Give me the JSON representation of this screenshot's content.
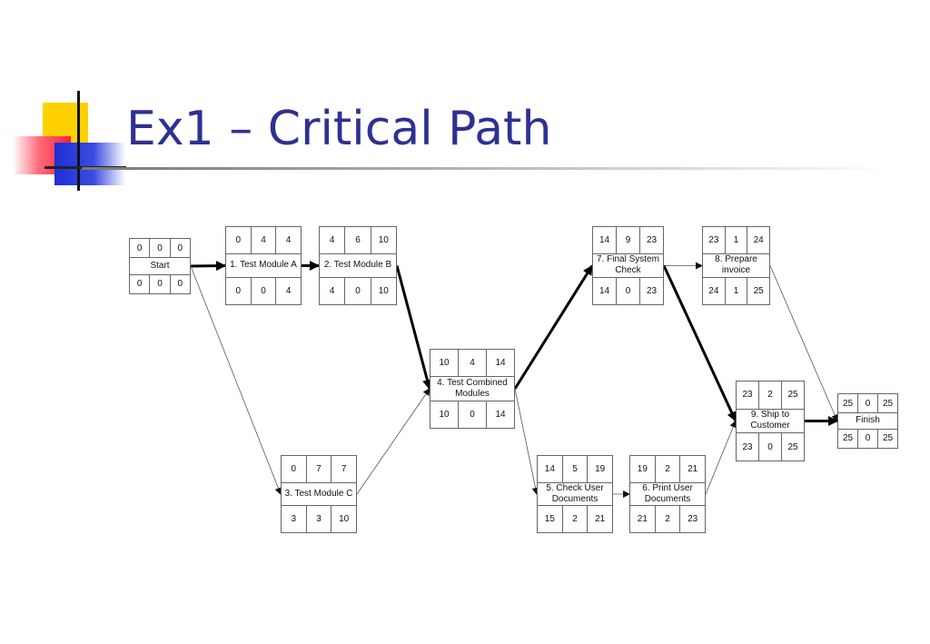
{
  "slide": {
    "title": "Ex1 – Critical Path"
  },
  "nodes": [
    {
      "id": "start",
      "label": "Start",
      "es": "0",
      "dur": "0",
      "ef": "0",
      "ls": "0",
      "slack": "0",
      "lf": "0"
    },
    {
      "id": "n1",
      "label": "1. Test Module A",
      "es": "0",
      "dur": "4",
      "ef": "4",
      "ls": "0",
      "slack": "0",
      "lf": "4"
    },
    {
      "id": "n2",
      "label": "2. Test Module B",
      "es": "4",
      "dur": "6",
      "ef": "10",
      "ls": "4",
      "slack": "0",
      "lf": "10"
    },
    {
      "id": "n3",
      "label": "3. Test Module C",
      "es": "0",
      "dur": "7",
      "ef": "7",
      "ls": "3",
      "slack": "3",
      "lf": "10"
    },
    {
      "id": "n4",
      "label": "4. Test Combined Modules",
      "es": "10",
      "dur": "4",
      "ef": "14",
      "ls": "10",
      "slack": "0",
      "lf": "14"
    },
    {
      "id": "n5",
      "label": "5. Check User Documents",
      "es": "14",
      "dur": "5",
      "ef": "19",
      "ls": "15",
      "slack": "2",
      "lf": "21"
    },
    {
      "id": "n6",
      "label": "6. Print User Documents",
      "es": "19",
      "dur": "2",
      "ef": "21",
      "ls": "21",
      "slack": "2",
      "lf": "23"
    },
    {
      "id": "n7",
      "label": "7. Final System Check",
      "es": "14",
      "dur": "9",
      "ef": "23",
      "ls": "14",
      "slack": "0",
      "lf": "23"
    },
    {
      "id": "n8",
      "label": "8. Prepare invoice",
      "es": "23",
      "dur": "1",
      "ef": "24",
      "ls": "24",
      "slack": "1",
      "lf": "25"
    },
    {
      "id": "n9",
      "label": "9. Ship to Customer",
      "es": "23",
      "dur": "2",
      "ef": "25",
      "ls": "23",
      "slack": "0",
      "lf": "25"
    },
    {
      "id": "finish",
      "label": "Finish",
      "es": "25",
      "dur": "0",
      "ef": "25",
      "ls": "25",
      "slack": "0",
      "lf": "25"
    }
  ],
  "edges": [
    {
      "from": "start",
      "to": "n1",
      "critical": true
    },
    {
      "from": "start",
      "to": "n3",
      "critical": false
    },
    {
      "from": "n1",
      "to": "n2",
      "critical": true
    },
    {
      "from": "n2",
      "to": "n4",
      "critical": true
    },
    {
      "from": "n3",
      "to": "n4",
      "critical": false
    },
    {
      "from": "n4",
      "to": "n7",
      "critical": true
    },
    {
      "from": "n4",
      "to": "n5",
      "critical": false
    },
    {
      "from": "n5",
      "to": "n6",
      "critical": false
    },
    {
      "from": "n6",
      "to": "n9",
      "critical": false
    },
    {
      "from": "n7",
      "to": "n8",
      "critical": false
    },
    {
      "from": "n7",
      "to": "n9",
      "critical": true
    },
    {
      "from": "n8",
      "to": "finish",
      "critical": false
    },
    {
      "from": "n9",
      "to": "finish",
      "critical": true
    }
  ],
  "colors": {
    "title": "#2e3192",
    "yellow": "#ffd100",
    "red": "#ff1f3d",
    "blue": "#1f2fd6"
  }
}
